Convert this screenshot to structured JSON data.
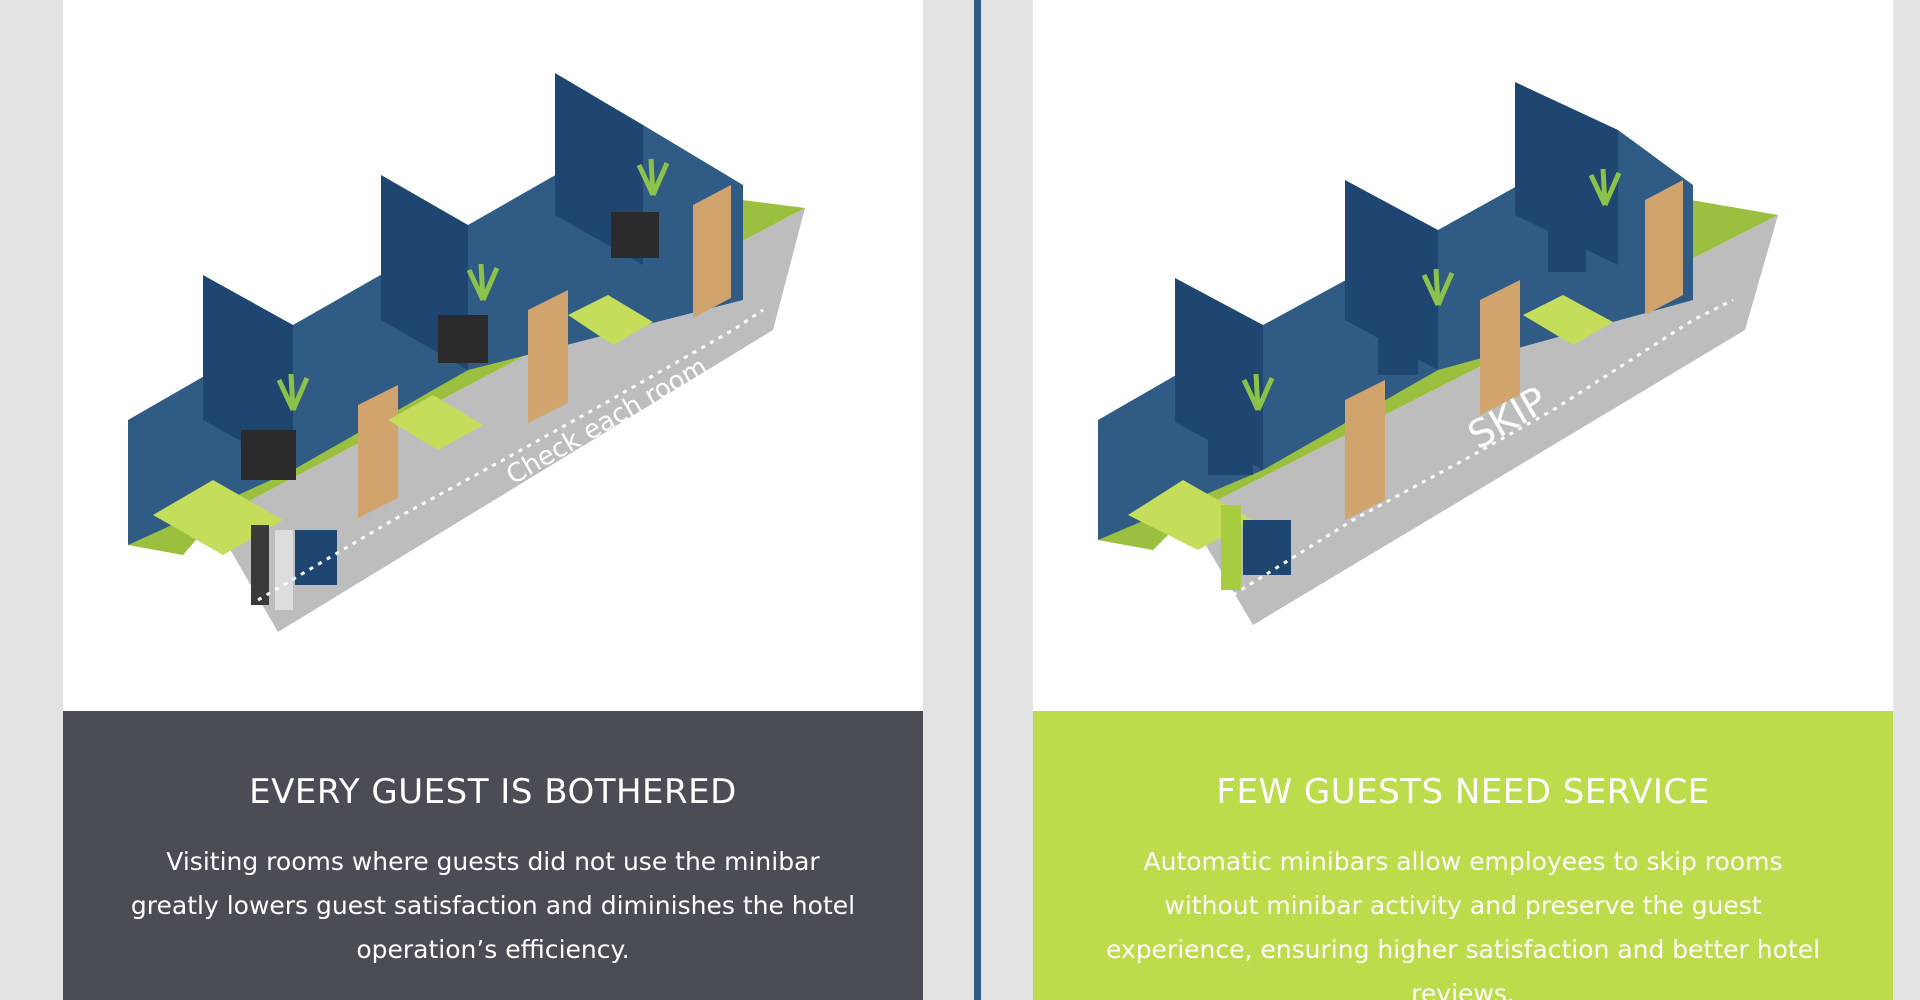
{
  "left_panel": {
    "title": "EVERY GUEST IS BOTHERED",
    "description": "Visiting rooms where guests did not use the minibar greatly lowers guest satisfaction and diminishes the hotel operation’s efficiency.",
    "path_label": "Check each room"
  },
  "right_panel": {
    "title": "FEW GUESTS NEED SERVICE",
    "description": "Automatic minibars allow employees to skip rooms without minibar activity and preserve the guest experience, ensuring higher satisfaction and better hotel reviews.",
    "path_label": "SKIP"
  },
  "colors": {
    "wall_blue": "#2f5b85",
    "wall_dark": "#1f4670",
    "floor_green": "#9bbf3e",
    "corridor_grey": "#bcbcbc",
    "caption_dark": "#4a4d53",
    "caption_green": "#bcdc4b"
  }
}
